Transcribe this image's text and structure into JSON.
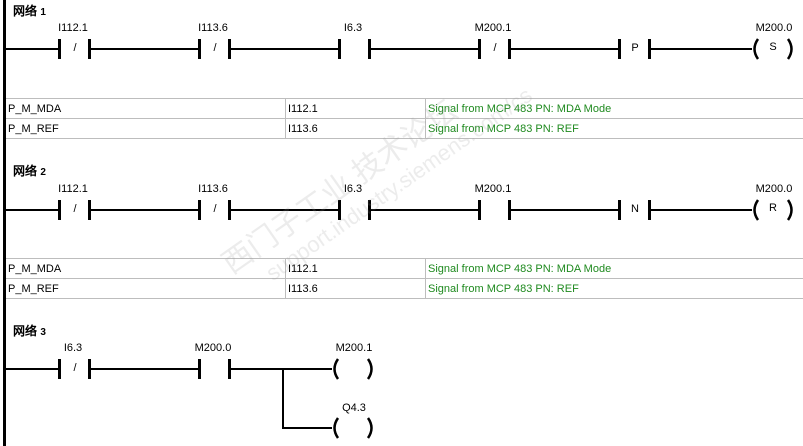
{
  "networks": [
    {
      "title": "网络",
      "number": "1",
      "elements": [
        {
          "type": "contact-nc",
          "address": "I112.1",
          "symbol": "/"
        },
        {
          "type": "contact-nc",
          "address": "I113.6",
          "symbol": "/"
        },
        {
          "type": "contact-no",
          "address": "I6.3",
          "symbol": ""
        },
        {
          "type": "contact-nc",
          "address": "M200.1",
          "symbol": "/"
        },
        {
          "type": "edge-positive",
          "address": "",
          "symbol": "P"
        },
        {
          "type": "coil-set",
          "address": "M200.0",
          "symbol": "S"
        }
      ],
      "symbol_table": [
        {
          "symbol": "P_M_MDA",
          "address": "I112.1",
          "comment": "Signal from MCP 483 PN: MDA Mode"
        },
        {
          "symbol": "P_M_REF",
          "address": "I113.6",
          "comment": "Signal from MCP 483 PN: REF"
        }
      ]
    },
    {
      "title": "网络",
      "number": "2",
      "elements": [
        {
          "type": "contact-nc",
          "address": "I112.1",
          "symbol": "/"
        },
        {
          "type": "contact-nc",
          "address": "I113.6",
          "symbol": "/"
        },
        {
          "type": "contact-no",
          "address": "I6.3",
          "symbol": ""
        },
        {
          "type": "contact-no",
          "address": "M200.1",
          "symbol": ""
        },
        {
          "type": "edge-negative",
          "address": "",
          "symbol": "N"
        },
        {
          "type": "coil-reset",
          "address": "M200.0",
          "symbol": "R"
        }
      ],
      "symbol_table": [
        {
          "symbol": "P_M_MDA",
          "address": "I112.1",
          "comment": "Signal from MCP 483 PN: MDA Mode"
        },
        {
          "symbol": "P_M_REF",
          "address": "I113.6",
          "comment": "Signal from MCP 483 PN: REF"
        }
      ]
    },
    {
      "title": "网络",
      "number": "3",
      "elements": [
        {
          "type": "contact-nc",
          "address": "I6.3",
          "symbol": "/"
        },
        {
          "type": "contact-no",
          "address": "M200.0",
          "symbol": ""
        },
        {
          "type": "coil",
          "address": "M200.1",
          "symbol": ""
        },
        {
          "type": "coil",
          "address": "Q4.3",
          "symbol": ""
        }
      ]
    }
  ],
  "watermark": {
    "line1": "西门子工业  技术论坛",
    "line2": "support.industry.siemens.com/cs"
  }
}
